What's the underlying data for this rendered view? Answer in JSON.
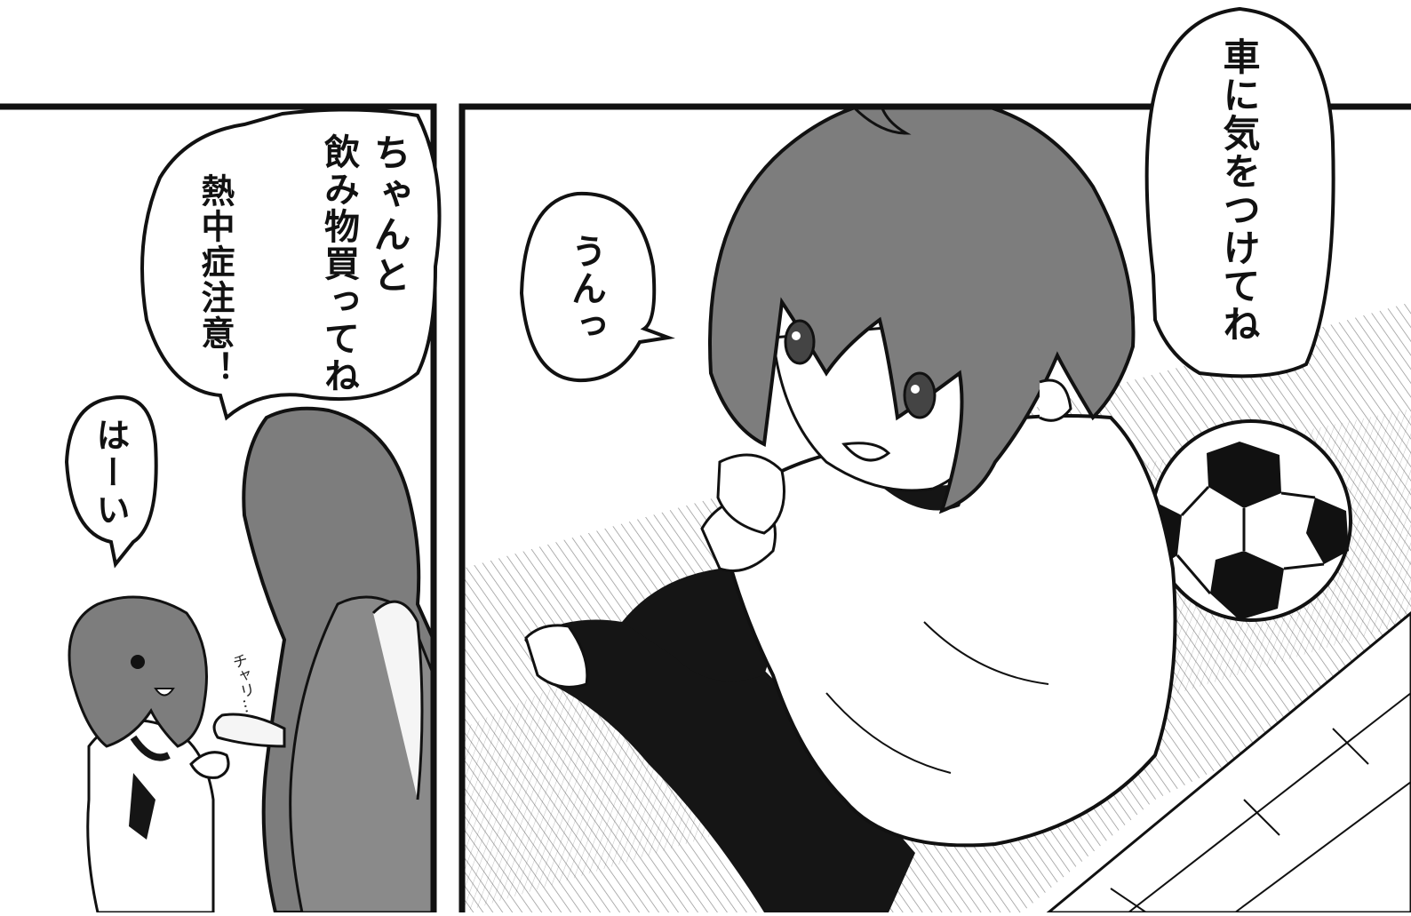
{
  "panels": [
    {
      "id": "left",
      "speech": [
        {
          "lines": [
            "ちゃんと",
            "飲み物買ってね",
            "熱中症注意！"
          ]
        },
        {
          "lines": [
            "はーい"
          ]
        }
      ],
      "sfx": "チャリ…"
    },
    {
      "id": "right",
      "speech": [
        {
          "lines": [
            "車に気をつけてね"
          ]
        },
        {
          "lines": [
            "うんっ"
          ]
        }
      ]
    }
  ],
  "colors": {
    "ink": "#111111",
    "paper": "#ffffff",
    "hair_tone": "#7d7d7d",
    "skin_shadow": "#cfcfcf",
    "shorts": "#151515"
  }
}
